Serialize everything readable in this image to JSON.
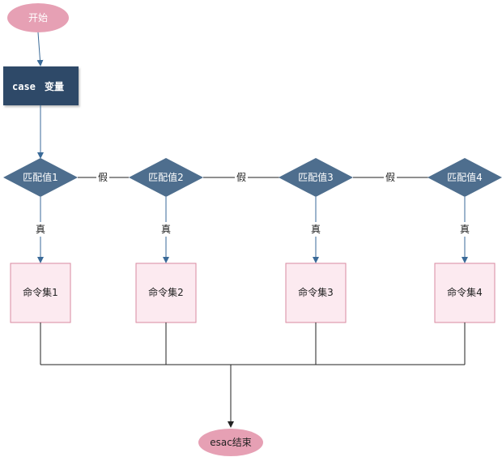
{
  "start": {
    "label": "开始"
  },
  "switch_box": {
    "keyword": "case",
    "label": "变量"
  },
  "conditions": [
    {
      "label": "匹配值1"
    },
    {
      "label": "匹配值2"
    },
    {
      "label": "匹配值3"
    },
    {
      "label": "匹配值4"
    }
  ],
  "false_labels": [
    "假",
    "假",
    "假"
  ],
  "true_labels": [
    "真",
    "真",
    "真",
    "真"
  ],
  "commands": [
    {
      "label": "命令集1"
    },
    {
      "label": "命令集2"
    },
    {
      "label": "命令集3"
    },
    {
      "label": "命令集4"
    }
  ],
  "end": {
    "label": "esac结束"
  },
  "colors": {
    "start_end_fill": "#e6a0b4",
    "switch_fill": "#2f4a68",
    "diamond_fill": "#4e6e8e",
    "command_fill": "#fceaf0",
    "command_border": "#d98aa0",
    "arrow_blue": "#3a6a98",
    "line_dark": "#222222"
  }
}
